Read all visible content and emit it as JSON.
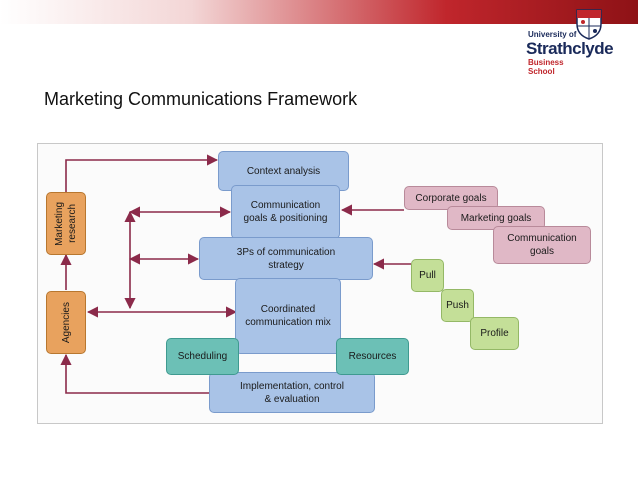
{
  "header": {
    "title": "Marketing Communications Framework",
    "logo": {
      "line1": "University of",
      "line2": "Strathclyde",
      "line3": "Business",
      "line4": "School"
    }
  },
  "diagram": {
    "context_analysis": "Context analysis",
    "comm_goals": "Communication\ngoals & positioning",
    "three_ps": "3Ps of communication\nstrategy",
    "coordinated_mix": "Coordinated\ncommunication mix",
    "scheduling": "Scheduling",
    "resources": "Resources",
    "implementation": "Implementation, control\n& evaluation",
    "corporate_goals": "Corporate goals",
    "marketing_goals": "Marketing goals",
    "communication_goals": "Communication\ngoals",
    "pull": "Pull",
    "push": "Push",
    "profile": "Profile",
    "marketing_research": "Marketing\nresearch",
    "agencies": "Agencies"
  },
  "colors": {
    "blue": "#a9c3e7",
    "teal": "#6cc0b6",
    "pink": "#e0b8c6",
    "green": "#c4df98",
    "orange": "#e8a25e",
    "arrow": "#8b2a4a",
    "brand_red": "#c0262c"
  }
}
